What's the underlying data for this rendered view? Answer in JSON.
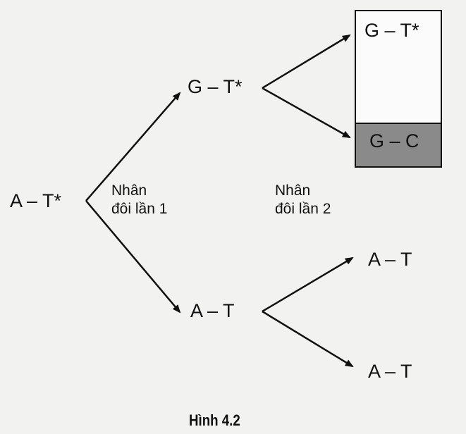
{
  "nodes": {
    "start": "A – T*",
    "gen1_top": "G – T*",
    "gen1_bottom": "A – T",
    "gen2_top_a": "G – T*",
    "gen2_top_b": "G – C",
    "gen2_bottom_a": "A – T",
    "gen2_bottom_b": "A – T"
  },
  "labels": {
    "step1": "Nhân\nđôi lần 1",
    "step2": "Nhân\nđôi lần 2"
  },
  "caption": "Hình 4.2",
  "colors": {
    "highlight_box": "#8a8a8a"
  }
}
